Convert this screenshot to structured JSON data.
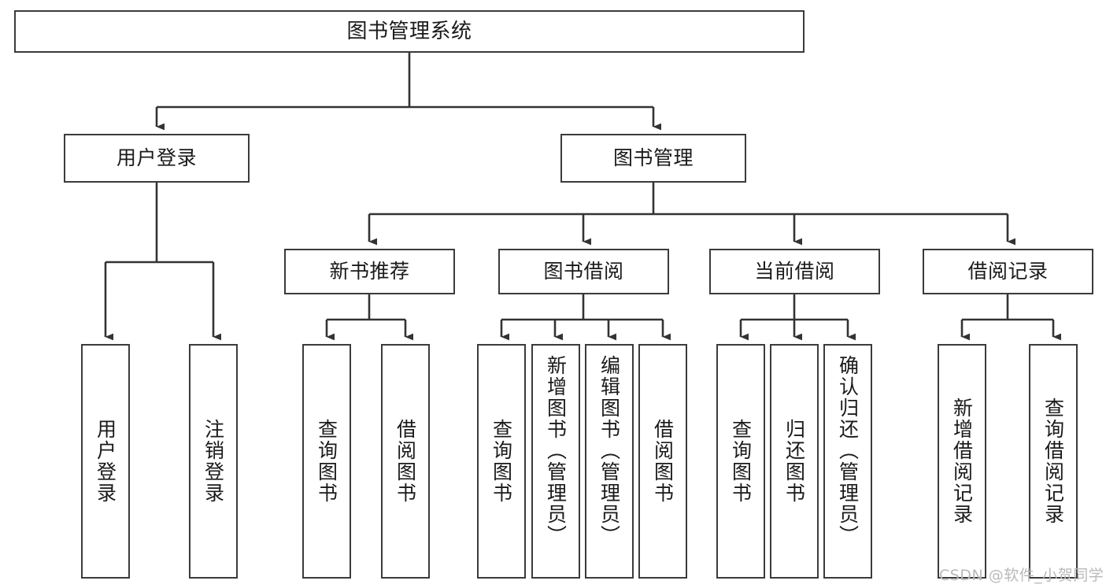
{
  "diagram": {
    "title": "图书管理系统",
    "type": "tree-hierarchy",
    "orientation": "top-down",
    "colors": {
      "node_border": "#3b3b3b",
      "node_fill": "#ffffff",
      "edge": "#333333",
      "text": "#1a1a1a",
      "watermark": "#b9b9b9",
      "background": "#ffffff"
    },
    "root": {
      "id": "root",
      "label": "图书管理系统",
      "text_direction": "horizontal"
    },
    "level2": [
      {
        "id": "user-login",
        "label": "用户登录",
        "text_direction": "horizontal"
      },
      {
        "id": "book-management",
        "label": "图书管理",
        "text_direction": "horizontal"
      }
    ],
    "level3": [
      {
        "id": "new-book-recommend",
        "label": "新书推荐",
        "parent": "book-management",
        "text_direction": "horizontal"
      },
      {
        "id": "book-borrow",
        "label": "图书借阅",
        "parent": "book-management",
        "text_direction": "horizontal"
      },
      {
        "id": "current-borrow",
        "label": "当前借阅",
        "parent": "book-management",
        "text_direction": "horizontal"
      },
      {
        "id": "borrow-record",
        "label": "借阅记录",
        "parent": "book-management",
        "text_direction": "horizontal"
      }
    ],
    "leaves": [
      {
        "id": "leaf-user-login",
        "label": "用户登录",
        "parent": "user-login",
        "text_direction": "vertical"
      },
      {
        "id": "leaf-user-logout",
        "label": "注销登录",
        "parent": "user-login",
        "text_direction": "vertical"
      },
      {
        "id": "leaf-query-book-1",
        "label": "查询图书",
        "parent": "new-book-recommend",
        "text_direction": "vertical"
      },
      {
        "id": "leaf-borrow-book-1",
        "label": "借阅图书",
        "parent": "new-book-recommend",
        "text_direction": "vertical"
      },
      {
        "id": "leaf-query-book-2",
        "label": "查询图书",
        "parent": "book-borrow",
        "text_direction": "vertical"
      },
      {
        "id": "leaf-add-book",
        "label": "新增图书（管理员）",
        "parent": "book-borrow",
        "text_direction": "vertical"
      },
      {
        "id": "leaf-edit-book",
        "label": "编辑图书（管理员）",
        "parent": "book-borrow",
        "text_direction": "vertical"
      },
      {
        "id": "leaf-borrow-book-2",
        "label": "借阅图书",
        "parent": "book-borrow",
        "text_direction": "vertical"
      },
      {
        "id": "leaf-query-book-3",
        "label": "查询图书",
        "parent": "current-borrow",
        "text_direction": "vertical"
      },
      {
        "id": "leaf-return-book",
        "label": "归还图书",
        "parent": "current-borrow",
        "text_direction": "vertical"
      },
      {
        "id": "leaf-confirm-return",
        "label": "确认归还（管理员）",
        "parent": "current-borrow",
        "text_direction": "vertical"
      },
      {
        "id": "leaf-add-record",
        "label": "新增借阅记录",
        "parent": "borrow-record",
        "text_direction": "vertical"
      },
      {
        "id": "leaf-query-record",
        "label": "查询借阅记录",
        "parent": "borrow-record",
        "text_direction": "vertical"
      }
    ]
  },
  "watermark": {
    "text": "CSDN @软件_小贺同学"
  }
}
